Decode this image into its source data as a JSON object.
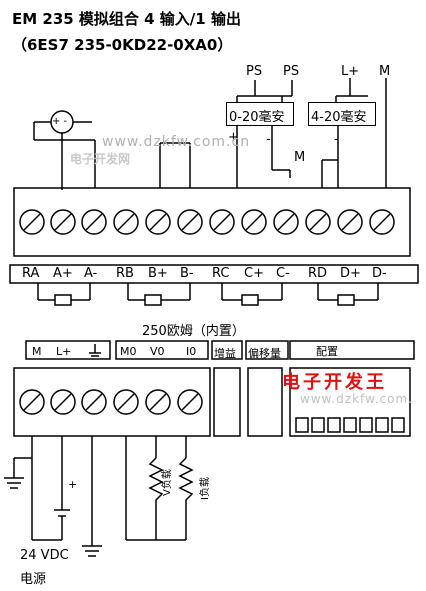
{
  "title": {
    "line1": "EM  235 模拟组合 4 输入/1 输出",
    "line2": "（6ES7 235-0KD22-0XA0）"
  },
  "top_wiring": {
    "ps1": "PS",
    "ps2": "PS",
    "lplus": "L+",
    "m_top": "M",
    "box_0_20": "0-20毫安",
    "box_4_20": "4-20毫安",
    "plus": "+",
    "minus1": "-",
    "minus2": "-",
    "m_mid": "M",
    "meter_symbol": "+ -"
  },
  "watermark": {
    "url": "www.dzkfw.com.cn",
    "cn": "电子开发网",
    "logo": "电子开发王",
    "url2": "www.dzkfw.com."
  },
  "input_labels": [
    "RA",
    "A+",
    "A-",
    "RB",
    "B+",
    "B-",
    "RC",
    "C+",
    "C-",
    "RD",
    "D+",
    "D-"
  ],
  "resistor_note": "250欧姆（内置）",
  "bottom_labels": {
    "m": "M",
    "lplus": "L+",
    "m0": "M0",
    "v0": "V0",
    "i0": "I0",
    "gain": "增益",
    "offset": "偏移量",
    "config": "配置"
  },
  "load_labels": {
    "v_load": "V负载",
    "i_load": "I负载"
  },
  "supply": {
    "plus": "+",
    "voltage": "24 VDC",
    "name": "电源"
  },
  "colors": {
    "line": "#000000",
    "watermark_red": "#e01010"
  }
}
